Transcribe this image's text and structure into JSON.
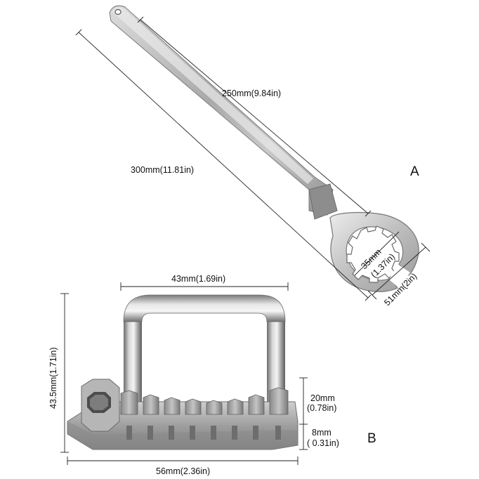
{
  "tool_a": {
    "label": "A",
    "dim_slot_length": "250mm(9.84in)",
    "dim_total_length": "300mm(11.81in)",
    "dim_jaw_inner_1": "35mm",
    "dim_jaw_inner_2": "(1.37in)",
    "dim_head_width": "51mm(2in)"
  },
  "tool_b": {
    "label": "B",
    "dim_handle_width": "43mm(1.69in)",
    "dim_total_height": "43.5mm(1.71in)",
    "dim_teeth_height_1": "20mm",
    "dim_teeth_height_2": "(0.78in)",
    "dim_base_height_1": "8mm",
    "dim_base_height_2": "( 0.31in)",
    "dim_total_width": "56mm(2.36in)"
  }
}
